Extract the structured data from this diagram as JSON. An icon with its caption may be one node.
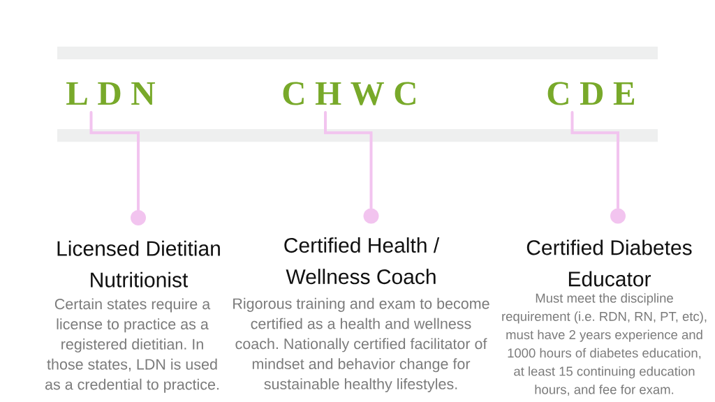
{
  "diagram": {
    "nodes": [
      {
        "text": [
          "L D N"
        ]
      },
      {
        "text": [
          "C H W C"
        ]
      },
      {
        "text": [
          "C D E"
        ]
      },
      {
        "text": [],
        "shape": "circle"
      },
      {
        "text": [],
        "shape": "circle"
      },
      {
        "text": [],
        "shape": "circle"
      },
      {
        "text": [
          "Licensed Dietitian Nutritionist",
          "Certain states require a license to practice as a registered dietitian. In those states, LDN is used as a credential to practice."
        ]
      },
      {
        "text": [
          "Certified Health / Wellness Coach",
          "Rigorous training and exam to become certified as a health and wellness coach. Nationally certified facilitator of mindset and behavior change for sustainable healthy lifestyles."
        ]
      },
      {
        "text": [
          "Certified Diabetes Educator",
          "Must meet the discipline requirement (i.e. RDN, RN, PT, etc), must have 2 years experience and 1000 hours of diabetes education, at least 15 continuing education hours, and fee for exam."
        ]
      }
    ],
    "edges": [
      {
        "from": 0,
        "to": 3,
        "arrow": "none"
      },
      {
        "from": 1,
        "to": 4,
        "arrow": "none"
      },
      {
        "from": 2,
        "to": 5,
        "arrow": "none"
      }
    ]
  }
}
